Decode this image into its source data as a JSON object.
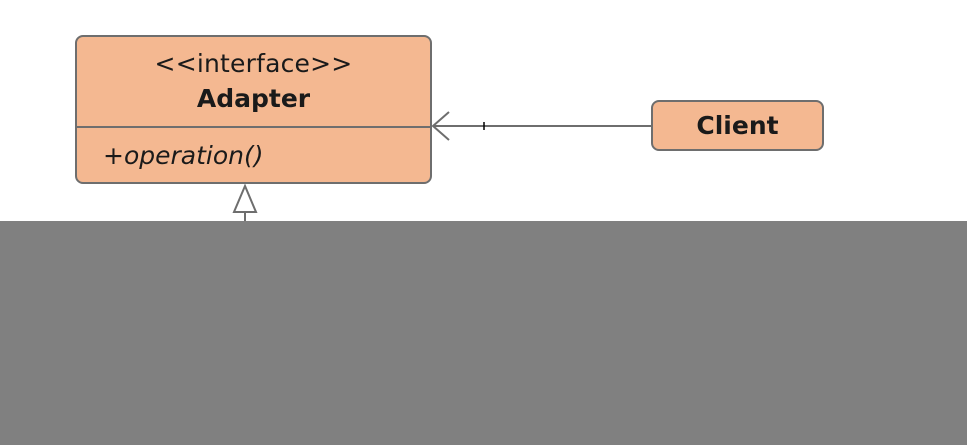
{
  "adapter": {
    "stereotype": "<<interface>>",
    "name": "Adapter",
    "operation": "+operation()"
  },
  "client": {
    "name": "Client"
  },
  "colors": {
    "class_fill": "#f4b891",
    "border": "#6e6e6e",
    "line": "#6e6e6e",
    "mask": "#808080",
    "background": "#ffffff"
  },
  "relations": [
    {
      "from": "client",
      "to": "adapter",
      "kind": "association",
      "arrowhead": "open-arrow"
    },
    {
      "from": "below",
      "to": "adapter",
      "kind": "realization",
      "arrowhead": "hollow-triangle"
    }
  ]
}
